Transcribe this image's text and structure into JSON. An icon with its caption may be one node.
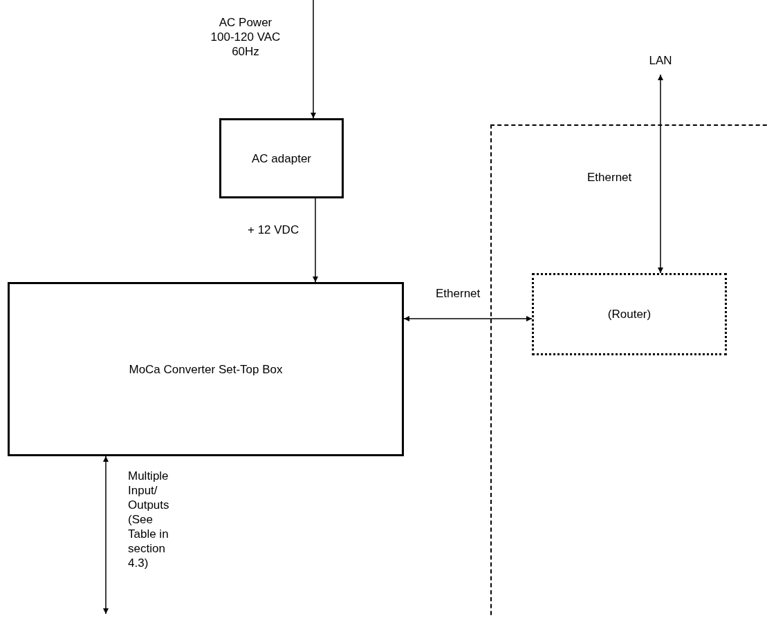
{
  "diagram": {
    "nodes": [
      {
        "text": [
          "AC adapter"
        ]
      },
      {
        "text": [
          "MoCa Converter Set-Top Box"
        ]
      },
      {
        "text": [],
        "shape": "box"
      },
      {
        "text": [
          "(Router)"
        ],
        "in": 2
      },
      {
        "text": [
          "LAN"
        ]
      }
    ],
    "edges": [
      {
        "from": null,
        "to": 0,
        "arrow": "to",
        "label": "AC Power 100-120 VAC 60Hz"
      },
      {
        "from": 0,
        "to": 1,
        "arrow": "to",
        "label": "+ 12 VDC"
      },
      {
        "from": 1,
        "to": 3,
        "arrow": "both",
        "label": "Ethernet"
      },
      {
        "from": 4,
        "to": 3,
        "arrow": "both",
        "label": "Ethernet"
      },
      {
        "from": 1,
        "to": null,
        "arrow": "both",
        "label": "Multiple Input/ Outputs (See Table in section 4.3)"
      }
    ]
  }
}
